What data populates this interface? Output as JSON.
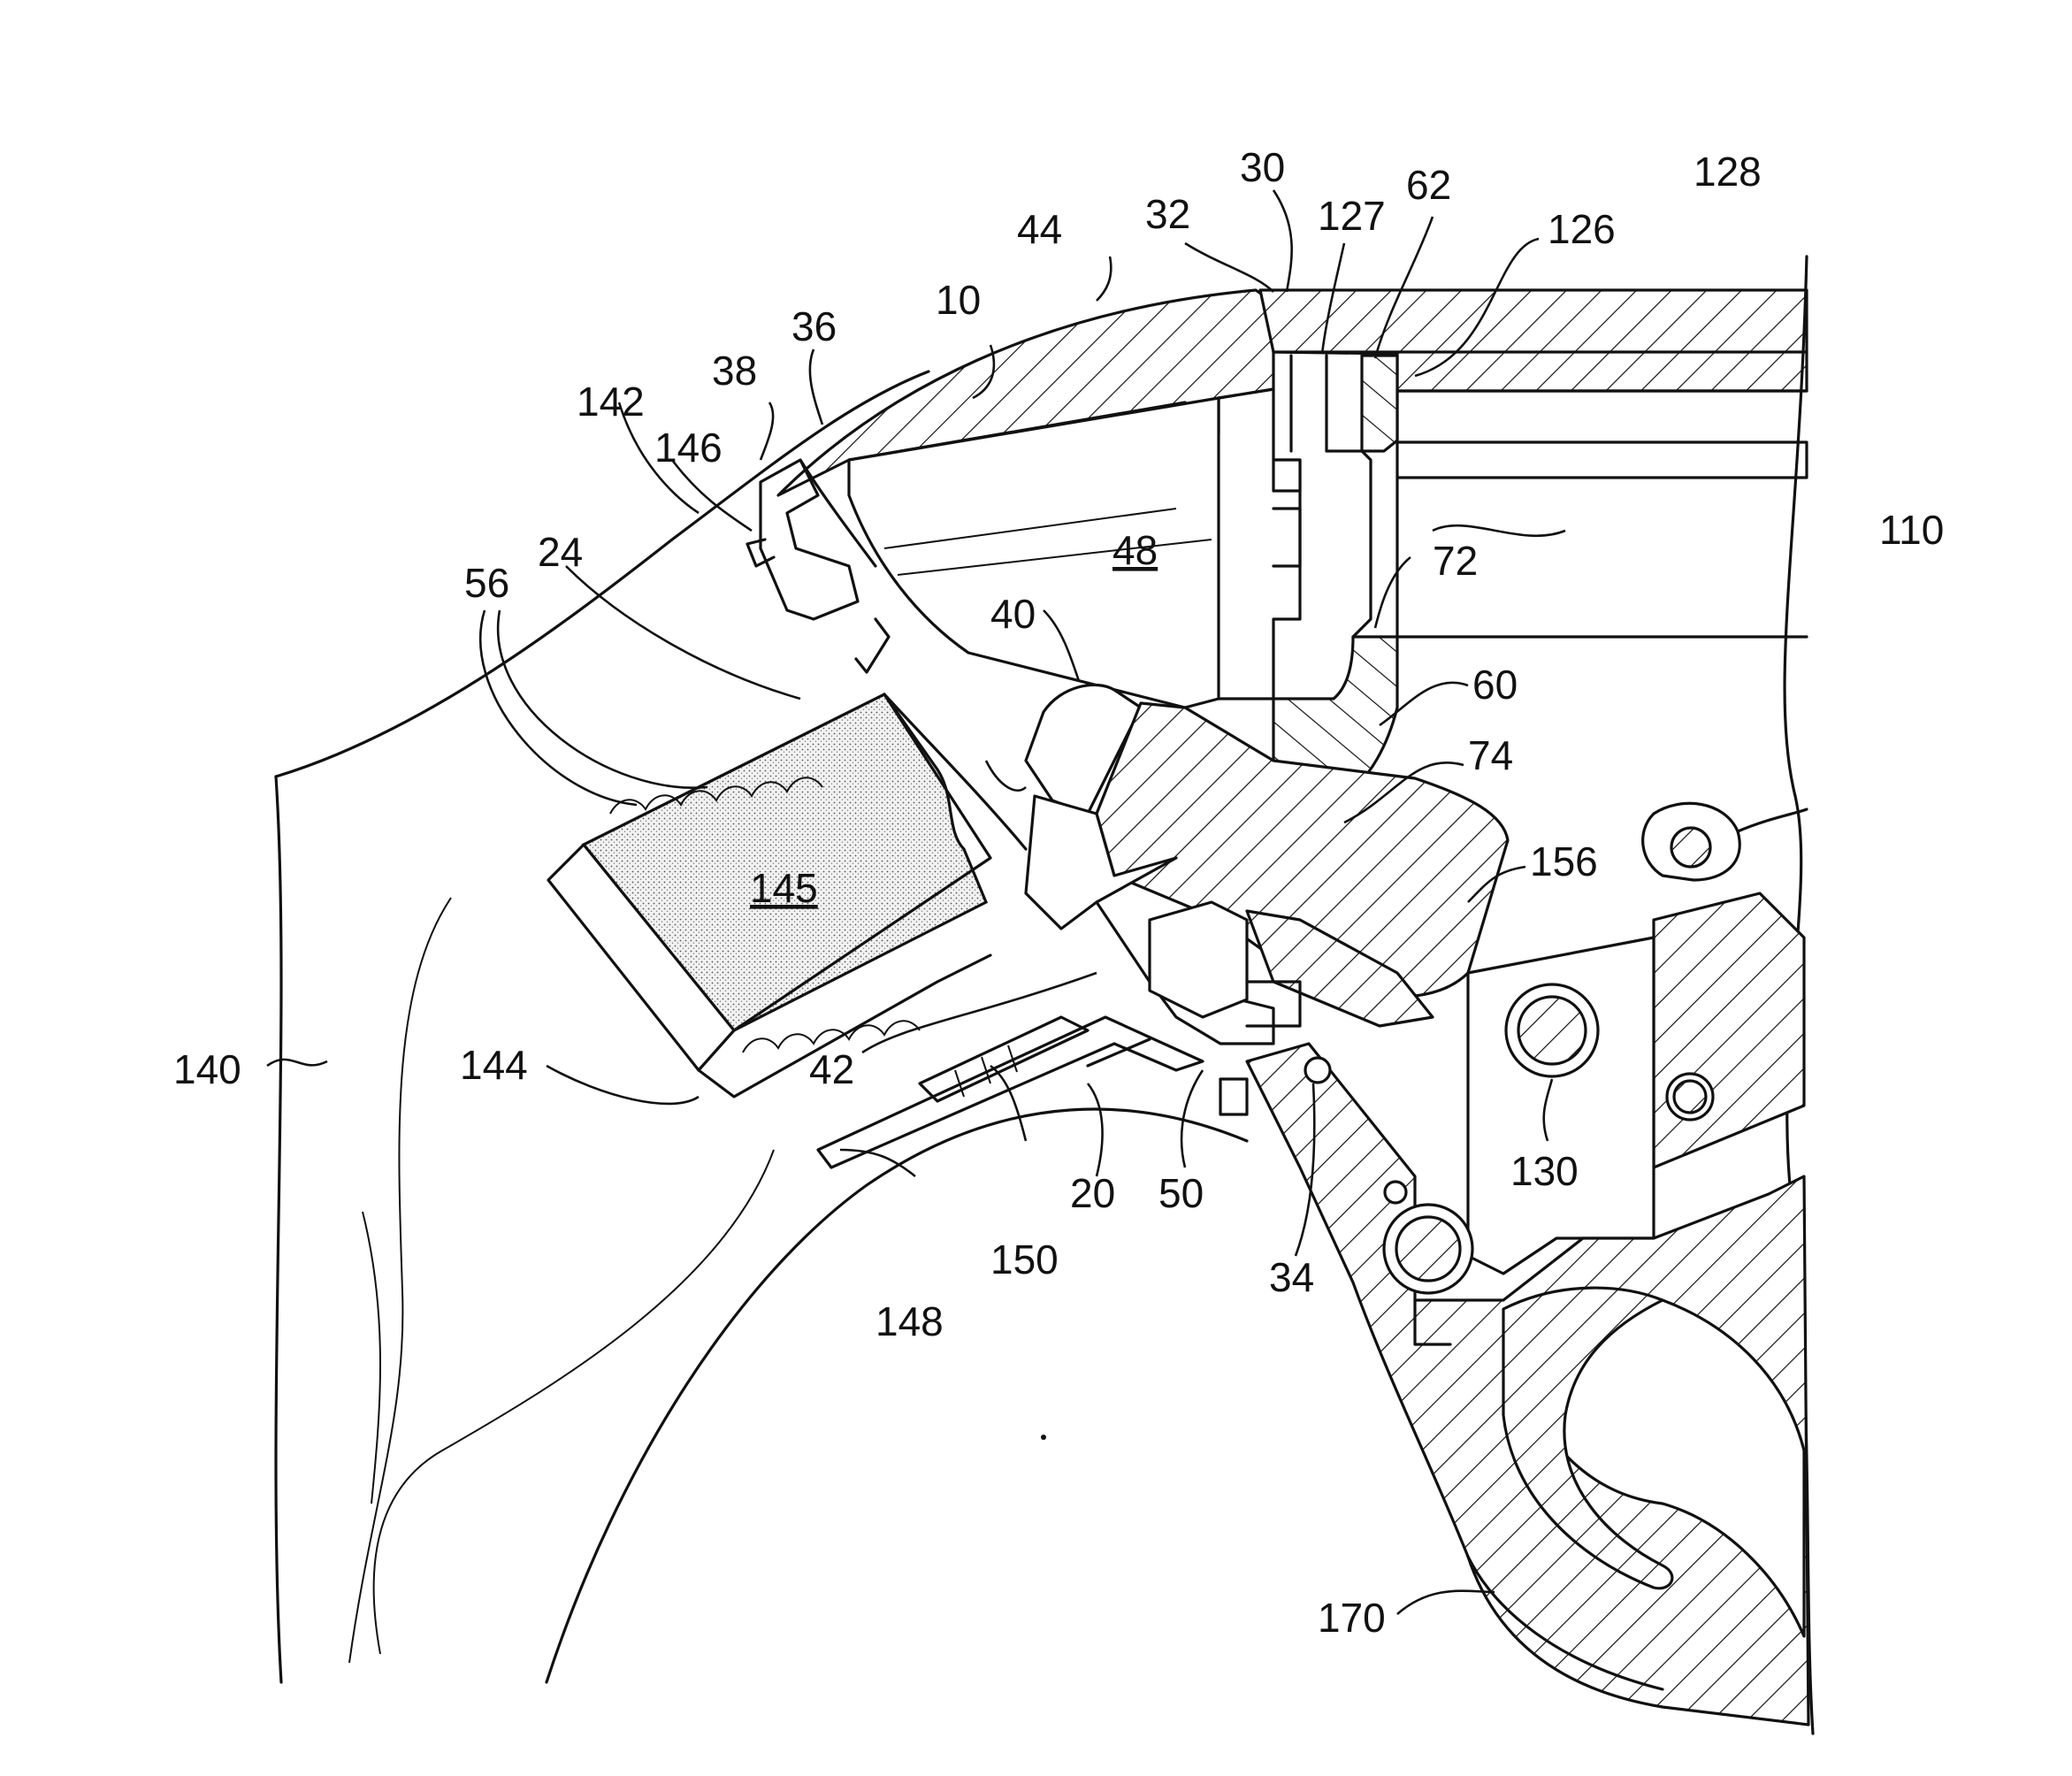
{
  "labels": {
    "l10": "10",
    "l20": "20",
    "l24": "24",
    "l30": "30",
    "l32": "32",
    "l34": "34",
    "l36": "36",
    "l38": "38",
    "l40": "40",
    "l42": "42",
    "l44": "44",
    "l48": "48",
    "l50": "50",
    "l56": "56",
    "l60": "60",
    "l62": "62",
    "l72": "72",
    "l74": "74",
    "l110": "110",
    "l126": "126",
    "l127": "127",
    "l128": "128",
    "l130": "130",
    "l140": "140",
    "l142": "142",
    "l144": "144",
    "l145": "145",
    "l146": "146",
    "l148": "148",
    "l150": "150",
    "l156": "156",
    "l170": "170"
  }
}
